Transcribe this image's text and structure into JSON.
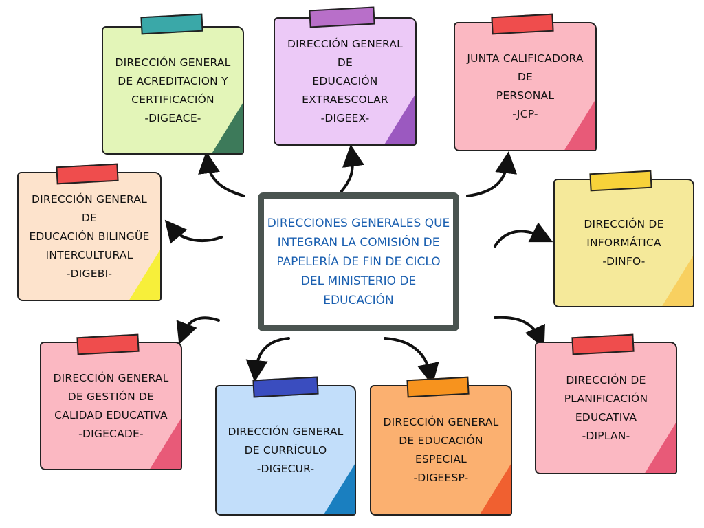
{
  "center": {
    "title": "DIRECCIONES GENERALES QUE INTEGRAN LA COMISIÓN DE PAPELERÍA DE FIN DE CICLO DEL MINISTERIO DE EDUCACIÓN"
  },
  "notes": [
    {
      "lines": [
        "DIRECCIÓN GENERAL",
        "DE ACREDITACION Y",
        "CERTIFICACIÓN",
        "-DIGEACE-"
      ],
      "color": "#e3f5b8",
      "fold": "#3d7a5a",
      "tape": "#3aa8a8"
    },
    {
      "lines": [
        "DIRECCIÓN GENERAL DE",
        "EDUCACIÓN",
        "EXTRAESCOLAR",
        "-DIGEEX-"
      ],
      "color": "#ecc9f7",
      "fold": "#9b59c0",
      "tape": "#b86fc9"
    },
    {
      "lines": [
        "JUNTA CALIFICADORA DE",
        "PERSONAL",
        "-JCP-"
      ],
      "color": "#fbb8c2",
      "fold": "#e85a78",
      "tape": "#ef4d4d"
    },
    {
      "lines": [
        "DIRECCIÓN GENERAL DE",
        "EDUCACIÓN BILINGÜE",
        "INTERCULTURAL",
        "-DIGEBI-"
      ],
      "color": "#fde3cc",
      "fold": "#f7ef3a",
      "tape": "#ef4d4d"
    },
    {
      "lines": [
        "DIRECCIÓN DE",
        "INFORMÁTICA",
        "-DINFO-"
      ],
      "color": "#f5e99a",
      "fold": "#f8d060",
      "tape": "#f7d23a"
    },
    {
      "lines": [
        "DIRECCIÓN GENERAL",
        "DE GESTIÓN DE",
        "CALIDAD EDUCATIVA",
        "-DIGECADE-"
      ],
      "color": "#fbb8c2",
      "fold": "#e85a78",
      "tape": "#ef4d4d"
    },
    {
      "lines": [
        "DIRECCIÓN GENERAL",
        "DE CURRÍCULO",
        "-DIGECUR-"
      ],
      "color": "#c2defa",
      "fold": "#1a7fc0",
      "tape": "#3a4dbf"
    },
    {
      "lines": [
        "DIRECCIÓN GENERAL",
        "DE EDUCACIÓN",
        "ESPECIAL",
        "-DIGEESP-"
      ],
      "color": "#fbb070",
      "fold": "#f06030",
      "tape": "#f7931e"
    },
    {
      "lines": [
        "DIRECCIÓN DE",
        "PLANIFICACIÓN",
        "EDUCATIVA",
        "-DIPLAN-"
      ],
      "color": "#fbb8c2",
      "fold": "#e85a78",
      "tape": "#ef4d4d"
    }
  ]
}
